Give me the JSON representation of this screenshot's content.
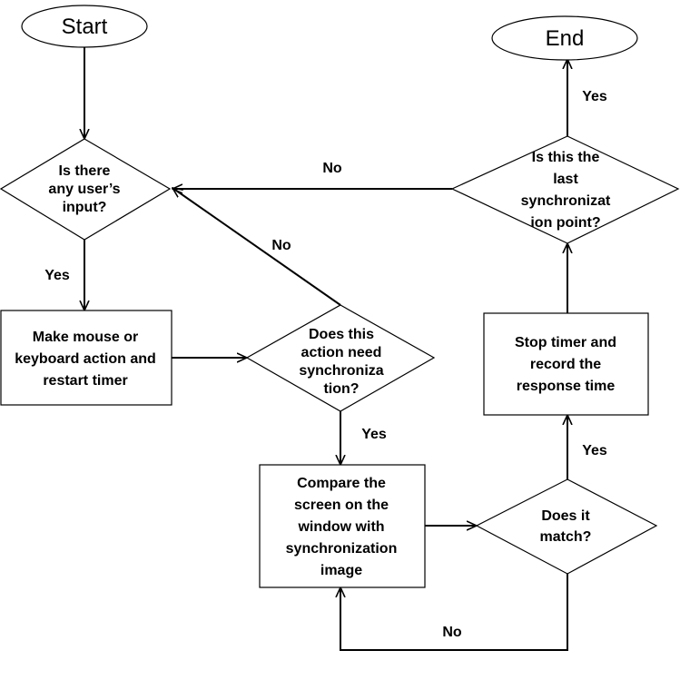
{
  "nodes": {
    "start": {
      "label": "Start"
    },
    "end": {
      "label": "End"
    },
    "input_decision": {
      "lines": [
        "Is there",
        "any user’s",
        "input?"
      ]
    },
    "action_box": {
      "lines": [
        "Make mouse or",
        "keyboard action and",
        "restart timer"
      ]
    },
    "sync_decision": {
      "lines": [
        "Does this",
        "action need",
        "synchroniza",
        "tion?"
      ]
    },
    "compare_box": {
      "lines": [
        "Compare the",
        "screen on the",
        "window with",
        "synchronization",
        "image"
      ]
    },
    "match_decision": {
      "lines": [
        "Does it",
        "match?"
      ]
    },
    "stop_box": {
      "lines": [
        "Stop timer and",
        "record the",
        "response time"
      ]
    },
    "last_decision": {
      "lines": [
        "Is this the",
        "last",
        "synchronizat",
        "ion point?"
      ]
    }
  },
  "edges": {
    "input_yes": "Yes",
    "sync_no": "No",
    "sync_yes": "Yes",
    "match_no": "No",
    "match_yes": "Yes",
    "last_no": "No",
    "last_yes": "Yes"
  }
}
